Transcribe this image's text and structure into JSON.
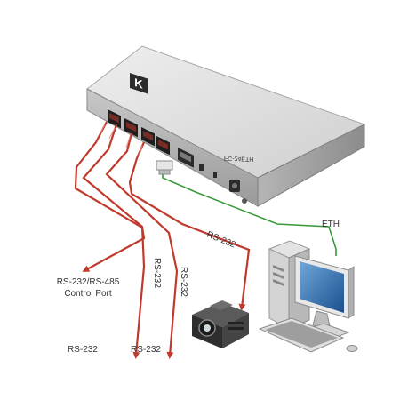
{
  "device": {
    "brand_mark": "K",
    "model_label": "FC-24ETH"
  },
  "labels": {
    "control_port_line1": "RS-232/RS-485",
    "control_port_line2": "Control Port",
    "rs232_vertical_1": "RS-232",
    "rs232_vertical_2": "RS-232",
    "rs232_bottom_1": "RS-232",
    "rs232_bottom_2": "RS-232",
    "rs232_projector": "RS-232",
    "eth": "ETH"
  },
  "colors": {
    "serial_cable": "#c0392b",
    "ethernet_cable": "#3a9a3a",
    "device_body": "#dcdcdc",
    "device_dark": "#2b2b2b"
  },
  "icons": {
    "ports": "terminal-block-port-icon",
    "projector": "projector-icon",
    "computer": "desktop-computer-icon"
  }
}
